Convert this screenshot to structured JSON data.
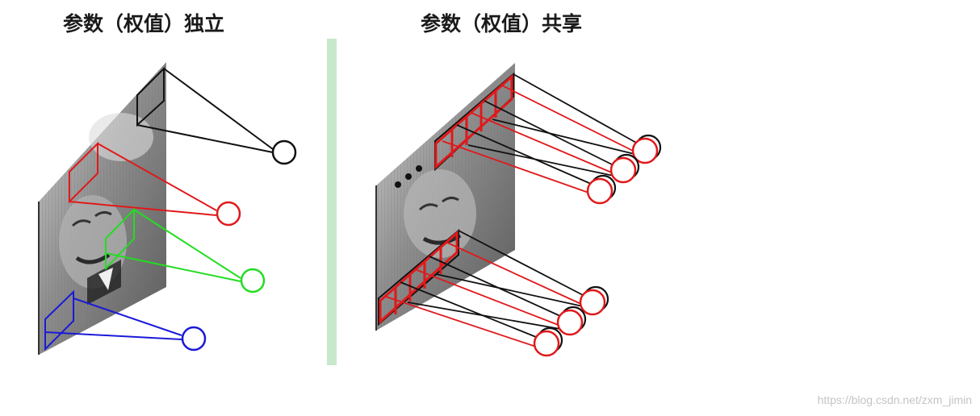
{
  "titles": {
    "left": "参数（权值）独立",
    "right": "参数（权值）共享"
  },
  "watermark": "https://blog.csdn.net/zxm_jimin",
  "colors": {
    "black": "#111111",
    "red": "#e0191b",
    "green": "#22dd22",
    "blue": "#1a1ad8",
    "divider": "#c8e8cc"
  }
}
